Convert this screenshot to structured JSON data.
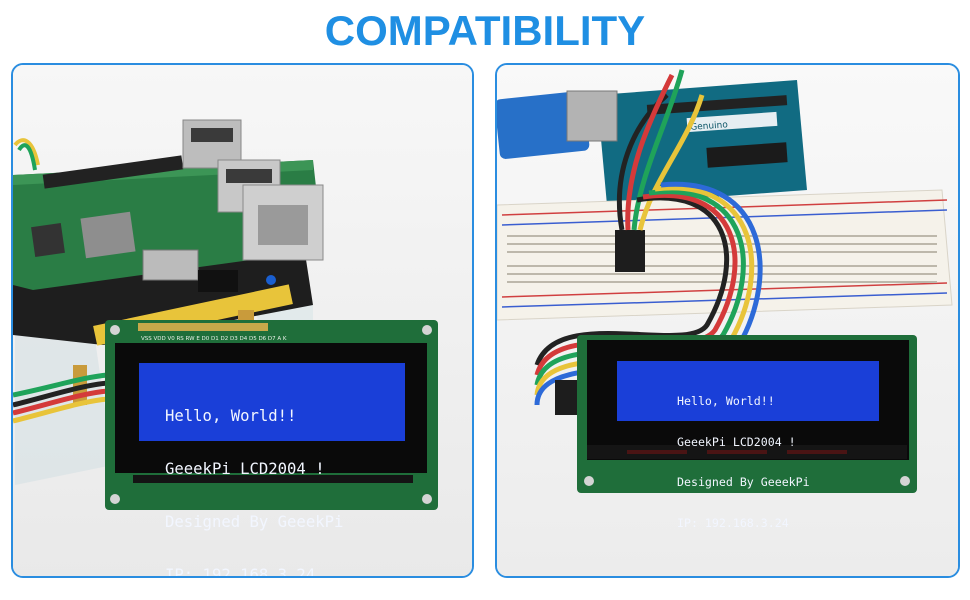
{
  "header": {
    "title": "COMPATIBILITY"
  },
  "panels": [
    {
      "id": "raspberry-pi",
      "lcd": {
        "lines": [
          "Hello, World!!",
          "GeeekPi LCD2004 !",
          "Designed By GeeekPi",
          "IP: 192.168.3.24"
        ],
        "pin_labels": "VSS VDD V0 RS RW E D0 D1 D2 D3 D4 D5 D6 D7 A K"
      }
    },
    {
      "id": "arduino",
      "lcd": {
        "lines": [
          "Hello, World!!",
          "GeeekPi LCD2004 !",
          "Designed By GeeekPi",
          "IP: 192.168.3.24"
        ]
      },
      "board_label": "Genuino"
    }
  ],
  "colors": {
    "accent": "#1f8fe3",
    "lcd_blue": "#1a3fd8",
    "pcb_green": "#1f6e3a"
  }
}
